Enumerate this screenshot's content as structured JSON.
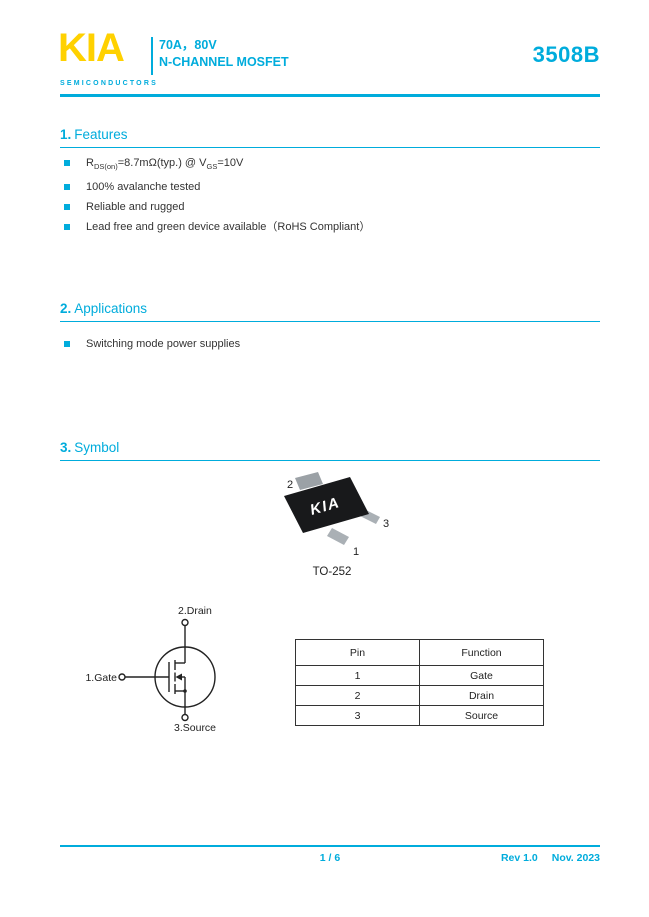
{
  "header": {
    "logo": "KIA",
    "logo_sub": "SEMICONDUCTORS",
    "rating": "70A，80V",
    "type": "N-CHANNEL MOSFET",
    "part_number": "3508B"
  },
  "features": {
    "title_num": "1.",
    "title": "Features",
    "item_rds": {
      "pre": "R",
      "sub1": "DS(on)",
      "mid": "=8.7mΩ(typ.) @ V",
      "sub2": "GS",
      "post": "=10V"
    },
    "items": [
      "100% avalanche tested",
      "Reliable and rugged",
      "Lead free and green device available（RoHS Compliant）"
    ]
  },
  "applications": {
    "title_num": "2.",
    "title": "Applications",
    "items": [
      "Switching mode power supplies"
    ]
  },
  "symbol": {
    "title_num": "3.",
    "title": "Symbol",
    "package": {
      "brand": "KIA",
      "name": "TO-252",
      "pin1": "1",
      "pin2": "2",
      "pin3": "3"
    },
    "diagram": {
      "drain": "2.Drain",
      "gate": "1.Gate",
      "source": "3.Source"
    },
    "pin_table": {
      "headers": [
        "Pin",
        "Function"
      ],
      "rows": [
        [
          "1",
          "Gate"
        ],
        [
          "2",
          "Drain"
        ],
        [
          "3",
          "Source"
        ]
      ]
    }
  },
  "footer": {
    "page": "1 / 6",
    "rev": "Rev 1.0",
    "date": "Nov. 2023"
  },
  "colors": {
    "accent_cyan": "#00ACDC",
    "logo_yellow": "#FFD100"
  }
}
